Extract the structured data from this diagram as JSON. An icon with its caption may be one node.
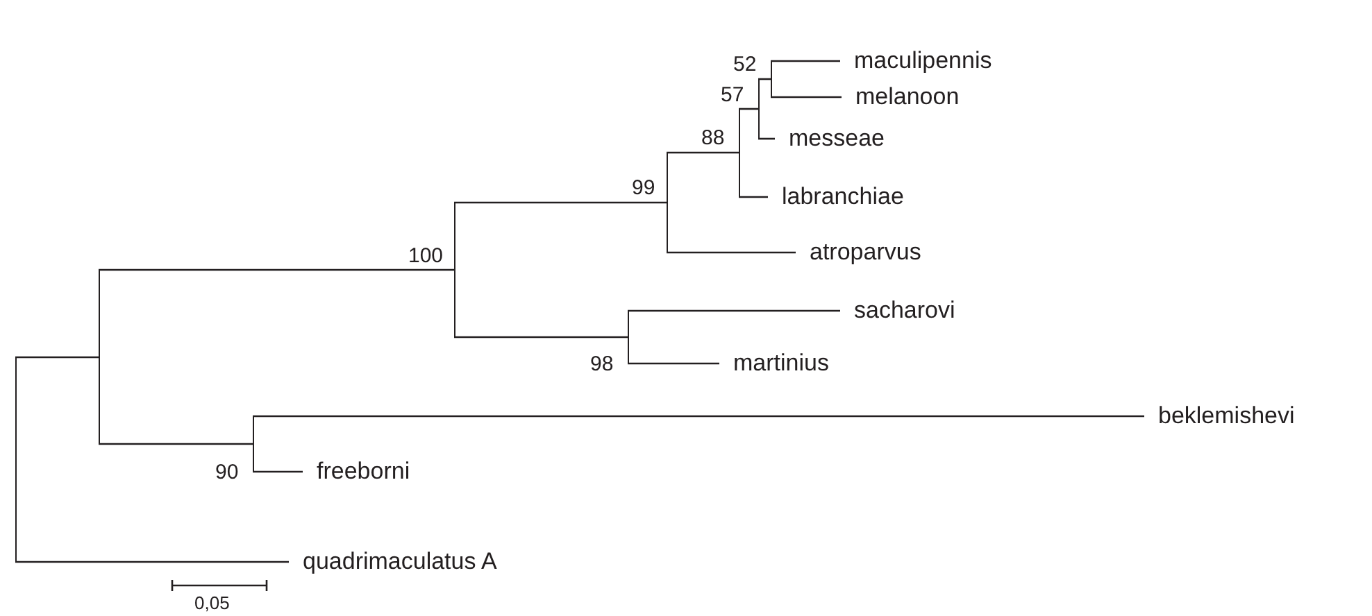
{
  "diagram": {
    "nodes": [
      {
        "text": [
          "maculipennis"
        ]
      },
      {
        "text": [
          "melanoon"
        ]
      },
      {
        "text": [
          "messeae"
        ]
      },
      {
        "text": [
          "labranchiae"
        ]
      },
      {
        "text": [
          "atroparvus"
        ]
      },
      {
        "text": [
          "sacharovi"
        ]
      },
      {
        "text": [
          "martinius"
        ]
      },
      {
        "text": [
          "beklemishevi"
        ]
      },
      {
        "text": [
          "freeborni"
        ]
      },
      {
        "text": [
          "quadrimaculatus A"
        ]
      },
      {
        "text": [],
        "shape": "bar"
      },
      {
        "text": [],
        "shape": "bar"
      },
      {
        "text": [],
        "shape": "bar",
        "beside": [
          "90"
        ]
      },
      {
        "text": [],
        "shape": "bar",
        "beside": [
          "100"
        ]
      },
      {
        "text": [],
        "shape": "bar",
        "beside": [
          "98"
        ]
      },
      {
        "text": [],
        "shape": "bar",
        "beside": [
          "99"
        ]
      },
      {
        "text": [],
        "shape": "bar",
        "beside": [
          "88"
        ]
      },
      {
        "text": [],
        "shape": "bar",
        "beside": [
          "57"
        ]
      },
      {
        "text": [],
        "shape": "bar",
        "beside": [
          "52"
        ]
      }
    ],
    "edges": [
      {
        "from": 10,
        "to": 11,
        "arrow": "none"
      },
      {
        "from": 10,
        "to": 9,
        "arrow": "none"
      },
      {
        "from": 11,
        "to": 13,
        "arrow": "none"
      },
      {
        "from": 11,
        "to": 12,
        "arrow": "none"
      },
      {
        "from": 13,
        "to": 15,
        "arrow": "none"
      },
      {
        "from": 13,
        "to": 14,
        "arrow": "none"
      },
      {
        "from": 15,
        "to": 16,
        "arrow": "none"
      },
      {
        "from": 15,
        "to": 4,
        "arrow": "none"
      },
      {
        "from": 16,
        "to": 17,
        "arrow": "none"
      },
      {
        "from": 16,
        "to": 3,
        "arrow": "none"
      },
      {
        "from": 17,
        "to": 18,
        "arrow": "none"
      },
      {
        "from": 17,
        "to": 2,
        "arrow": "none"
      },
      {
        "from": 18,
        "to": 0,
        "arrow": "none"
      },
      {
        "from": 18,
        "to": 1,
        "arrow": "none"
      },
      {
        "from": 14,
        "to": 5,
        "arrow": "none"
      },
      {
        "from": 14,
        "to": 6,
        "arrow": "none"
      },
      {
        "from": 12,
        "to": 7,
        "arrow": "none"
      },
      {
        "from": 12,
        "to": 8,
        "arrow": "none"
      }
    ],
    "labels": [
      "0,05"
    ]
  }
}
